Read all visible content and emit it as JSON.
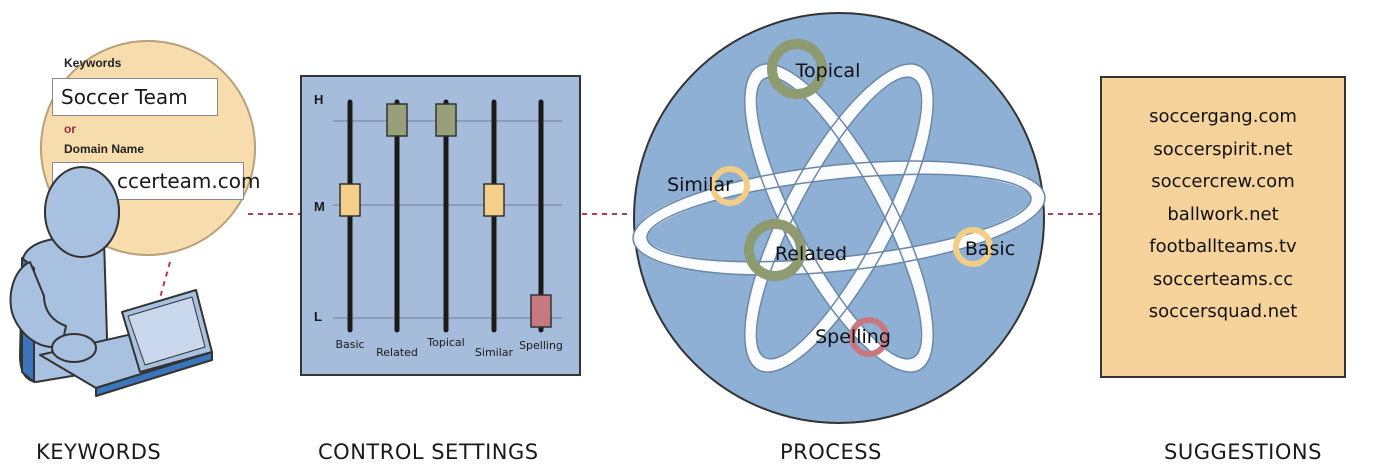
{
  "keywords_panel": {
    "keywords_label": "Keywords",
    "keywords_value": "Soccer Team",
    "or_label": "or",
    "domain_label": "Domain Name",
    "domain_value": "soccerteam.com",
    "domain_visible": "ccerteam.com",
    "caption": "KEYWORDS"
  },
  "control_settings": {
    "level_labels": [
      "H",
      "M",
      "L"
    ],
    "sliders": [
      {
        "label": "Basic",
        "level": "M",
        "color": "#f3cf8a"
      },
      {
        "label": "Related",
        "level": "H",
        "color": "#97a078"
      },
      {
        "label": "Topical",
        "level": "H",
        "color": "#97a078"
      },
      {
        "label": "Similar",
        "level": "M",
        "color": "#f3cf8a"
      },
      {
        "label": "Spelling",
        "level": "L",
        "color": "#c67a80"
      }
    ],
    "caption": "CONTROL SETTINGS"
  },
  "process": {
    "nodes": [
      {
        "label": "Topical",
        "color": "#8e9a70"
      },
      {
        "label": "Similar",
        "color": "#f2cd86"
      },
      {
        "label": "Related",
        "color": "#8e9a70"
      },
      {
        "label": "Basic",
        "color": "#f2cd86"
      },
      {
        "label": "Spelling",
        "color": "#c9767f"
      }
    ],
    "caption": "PROCESS"
  },
  "suggestions": {
    "items": [
      "soccergang.com",
      "soccerspirit.net",
      "soccercrew.com",
      "ballwork.net",
      "footballteams.tv",
      "soccerteams.cc",
      "soccersquad.net"
    ],
    "caption": "SUGGESTIONS"
  },
  "colors": {
    "peach": "#f7dcae",
    "panel_blue": "#a5bcda",
    "globe_blue": "#8eb0d5",
    "person_blue": "#a9c1e0",
    "suggestion_bg": "#f5d39b",
    "connector": "#b23a55"
  }
}
